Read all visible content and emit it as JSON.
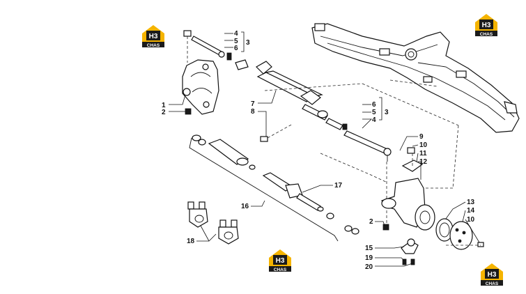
{
  "brand": {
    "mark": "H3",
    "name": "CHAS",
    "colors": {
      "accent": "#f5b400",
      "dark": "#1b1b1b"
    }
  },
  "callouts": {
    "c1": "1",
    "c2": "2",
    "c3a": "3",
    "c4a": "4",
    "c5a": "5",
    "c6a": "6",
    "c7": "7",
    "c8": "8",
    "c6b": "6",
    "c5b": "5",
    "c3b": "3",
    "c4b": "4",
    "c9": "9",
    "c10a": "10",
    "c11": "11",
    "c12": "12",
    "c13": "13",
    "c14": "14",
    "c10b": "10",
    "c16": "16",
    "c17": "17",
    "c18": "18",
    "c2b": "2",
    "c15": "15",
    "c19": "19",
    "c20": "20"
  }
}
